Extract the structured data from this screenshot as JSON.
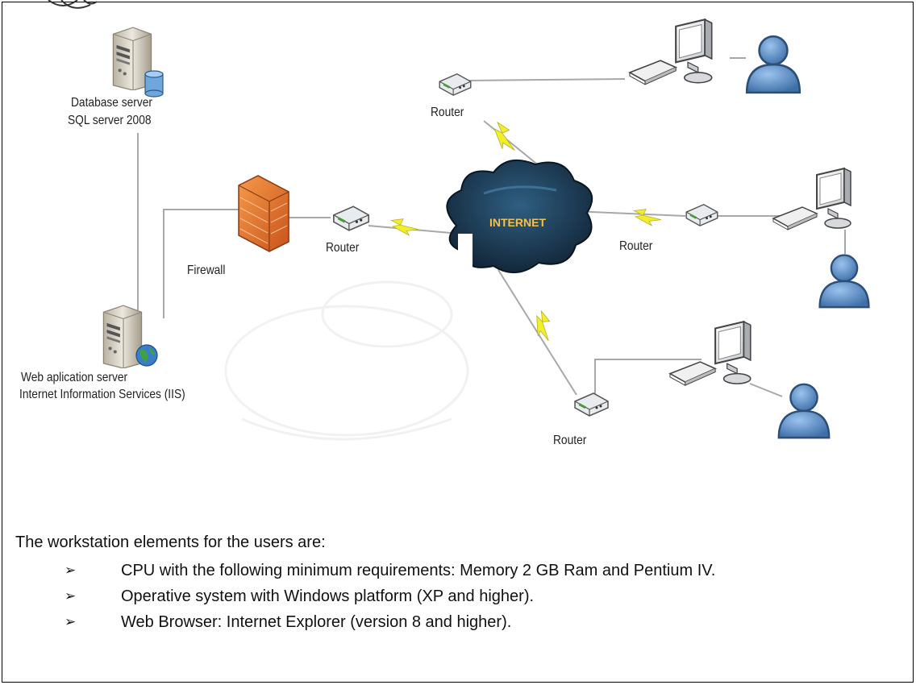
{
  "diagram": {
    "labels": {
      "db_server_line1": "Database server",
      "db_server_line2": "SQL server 2008",
      "firewall": "Firewall",
      "web_server_line1": "Web aplication server",
      "web_server_line2": "Internet Information Services (IIS)",
      "router_left": "Router",
      "router_top": "Router",
      "router_right": "Router",
      "router_bottom": "Router",
      "internet": "INTERNET"
    },
    "colors": {
      "cloud": "#1e3a55",
      "cloud_text": "#f2c14e",
      "firewall": "#e8742a",
      "lightning": "#f2ef2a",
      "user": "#4f86c6",
      "server": "#d9d4c8",
      "line": "#aaaaaa"
    }
  },
  "text": {
    "intro": "The workstation elements for the users are:",
    "bullets": [
      "CPU with the following minimum requirements: Memory 2 GB Ram and Pentium IV.",
      "Operative system with Windows platform (XP and higher).",
      "Web Browser: Internet Explorer (version 8 and higher)."
    ],
    "bullet_marker": "➢"
  }
}
